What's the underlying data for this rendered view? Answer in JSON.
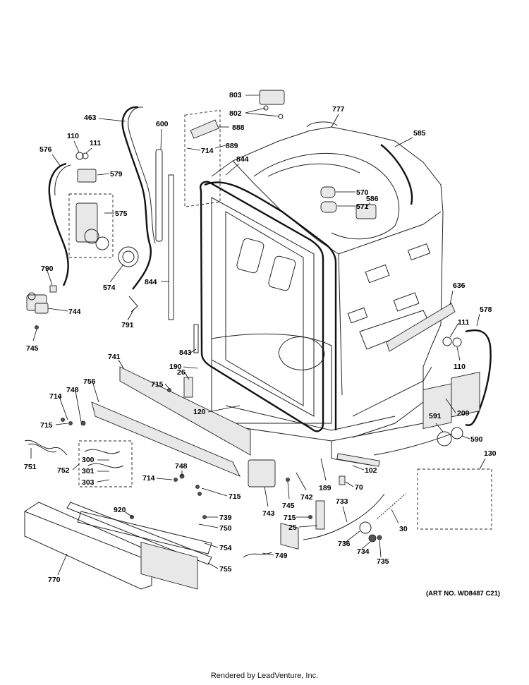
{
  "art_number": "(ART NO. WD8487 C21)",
  "footer": "Rendered by LeadVenture, Inc.",
  "labels": [
    "803",
    "802",
    "777",
    "463",
    "600",
    "888",
    "585",
    "110",
    "111",
    "576",
    "714",
    "889",
    "844",
    "579",
    "570",
    "571",
    "586",
    "575",
    "574",
    "844",
    "790",
    "744",
    "791",
    "636",
    "578",
    "745",
    "111",
    "110",
    "843",
    "190",
    "741",
    "26",
    "715",
    "209",
    "748",
    "756",
    "120",
    "714",
    "715",
    "591",
    "590",
    "130",
    "751",
    "300",
    "752",
    "301",
    "303",
    "748",
    "714",
    "715",
    "102",
    "189",
    "70",
    "743",
    "745",
    "742",
    "733",
    "920",
    "739",
    "715",
    "25",
    "30",
    "750",
    "736",
    "734",
    "735",
    "754",
    "749",
    "770",
    "755"
  ]
}
